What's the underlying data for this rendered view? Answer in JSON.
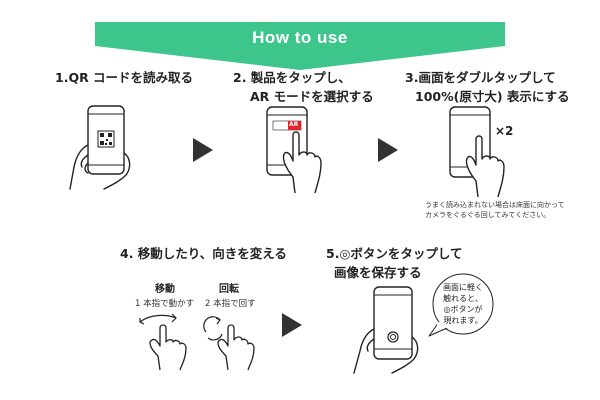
{
  "colors": {
    "accent_green": "#3ec58c",
    "ink": "#222222",
    "arrow": "#333333",
    "ar_badge": "#e5212d"
  },
  "banner": {
    "title": "How to use"
  },
  "steps": [
    {
      "lines": [
        "1.QR コードを読み取る"
      ],
      "icon": "phone-qr-hand-icon"
    },
    {
      "lines": [
        "2. 製品をタップし、",
        "AR モードを選択する"
      ],
      "icon": "phone-ar-tap-icon",
      "badge": "AR"
    },
    {
      "lines": [
        "3.画面をダブルタップして",
        "100%(原寸大) 表示にする"
      ],
      "icon": "phone-double-tap-icon",
      "badge": "×2",
      "note": [
        "うまく読み込まれない場合は床面に向かって",
        "カメラをぐるぐる回してみてください。"
      ]
    },
    {
      "lines": [
        "4. 移動したり、向きを変える"
      ],
      "gestures": [
        {
          "label": "移動",
          "desc": "1 本指で動かす",
          "icon": "one-finger-move-icon"
        },
        {
          "label": "回転",
          "desc": "2 本指で回す",
          "icon": "two-finger-rotate-icon"
        }
      ]
    },
    {
      "lines": [
        "5.◎ボタンをタップして",
        "画像を保存する"
      ],
      "icon": "phone-shutter-hand-icon",
      "bubble": [
        "画面に軽く",
        "触れると、",
        "◎ボタンが",
        "現れます。"
      ]
    }
  ]
}
